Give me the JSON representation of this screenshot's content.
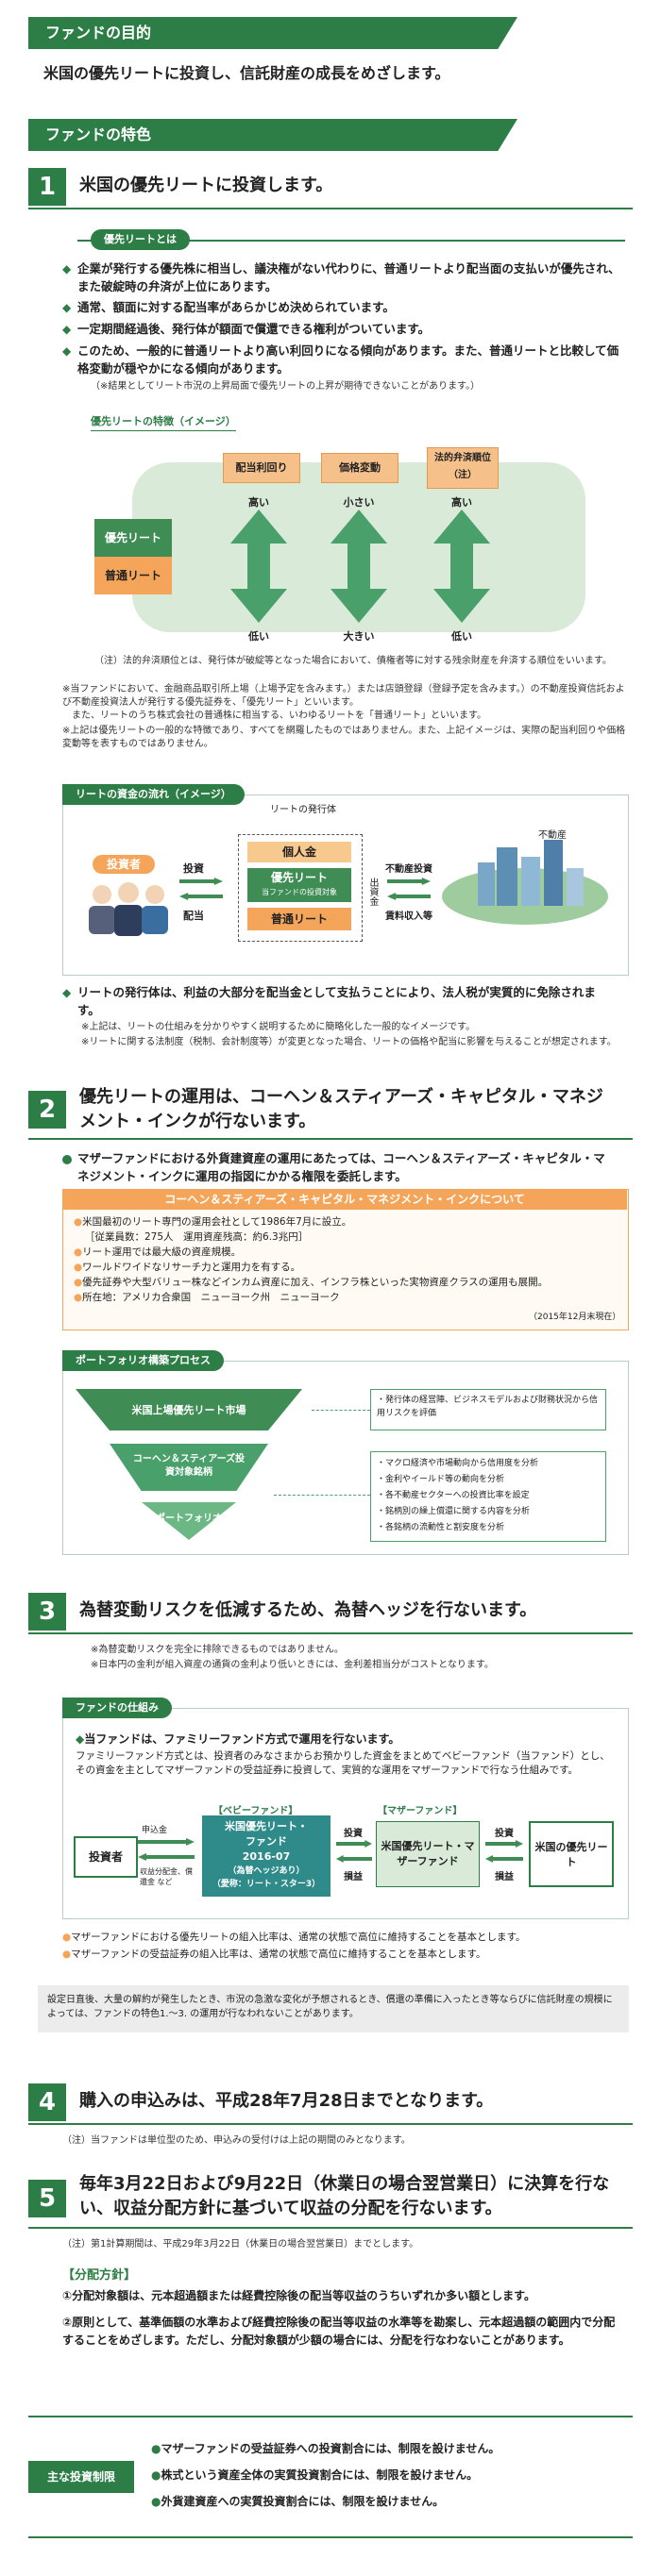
{
  "purpose": {
    "heading": "ファンドの目的",
    "text": "米国の優先リートに投資し、信託財産の成長をめざします。"
  },
  "features": {
    "heading": "ファンドの特色",
    "s1": {
      "num": "1",
      "title": "米国の優先リートに投資します。",
      "what_label": "優先リートとは",
      "bullets": [
        "企業が発行する優先株に相当し、議決権がない代わりに、普通リートより配当面の支払いが優先され、また破綻時の弁済が上位にあります。",
        "通常、額面に対する配当率があらかじめ決められています。",
        "一定期間経過後、発行体が額面で償還できる権利がついています。",
        "このため、一般的に普通リートより高い利回りになる傾向があります。また、普通リートと比較して価格変動が穏やかになる傾向があります。"
      ],
      "bullet_note": "（※結果としてリート市況の上昇局面で優先リートの上昇が期待できないことがあります。）",
      "chart_label": "優先リートの特徴（イメージ）",
      "columns": [
        {
          "label": "配当利回り",
          "top": "高い",
          "bottom": "低い"
        },
        {
          "label": "価格変動",
          "top": "小さい",
          "bottom": "大きい"
        },
        {
          "label": "法的弁済順位（注）",
          "top": "高い",
          "bottom": "低い"
        }
      ],
      "row_preferred": "優先リート",
      "row_common": "普通リート",
      "chart_note": "（注）法的弁済順位とは、発行体が破綻等となった場合において、債権者等に対する残余財産を弁済する順位をいいます。",
      "footnotes": [
        "※当ファンドにおいて、金融商品取引所上場（上場予定を含みます。）または店頭登録（登録予定を含みます。）の不動産投資信託および不動産投資法人が発行する優先証券を、「優先リート」といいます。",
        "　また、リートのうち株式会社の普通株に相当する、いわゆるリートを「普通リート」といいます。",
        "※上記は優先リートの一般的な特徴であり、すべてを網羅したものではありません。また、上記イメージは、実際の配当利回りや価格変動等を表すものではありません。"
      ],
      "flow_label": "リートの資金の流れ（イメージ）",
      "flow": {
        "investor": "投資者",
        "invest": "投資",
        "dividend": "配当",
        "issuer": "リートの発行体",
        "individual": "個人金",
        "preferred": "優先リート",
        "preferred_sub": "当ファンドの投資対象",
        "common": "普通リート",
        "capital": "出資金",
        "realestate_invest": "不動産投資",
        "rent": "賃料収入等",
        "realestate": "不動産"
      },
      "flow_bullet": "リートの発行体は、利益の大部分を配当金として支払うことにより、法人税が実質的に免除されます。",
      "flow_notes": [
        "※上記は、リートの仕組みを分かりやすく説明するために簡略化した一般的なイメージです。",
        "※リートに関する法制度（税制、会計制度等）が変更となった場合、リートの価格や配当に影響を与えることが想定されます。"
      ]
    },
    "s2": {
      "num": "2",
      "title": "優先リートの運用は、コーヘン＆スティアーズ・キャピタル・マネジメント・インクが行ないます。",
      "lead": "マザーファンドにおける外貨建資産の運用にあたっては、コーヘン＆スティアーズ・キャピタル・マネジメント・インクに運用の指図にかかる権限を委託します。",
      "box_title": "コーヘン＆スティアーズ・キャピタル・マネジメント・インクについて",
      "box_items": [
        "米国最初のリート専門の運用会社として1986年7月に設立。",
        "［従業員数：275人　運用資産残高：約6.3兆円］",
        "リート運用では最大級の資産規模。",
        "ワールドワイドなリサーチ力と運用力を有する。",
        "優先証券や大型バリュー株などインカム資産に加え、インフラ株といった実物資産クラスの運用も展開。",
        "所在地：アメリカ合衆国　ニューヨーク州　ニューヨーク"
      ],
      "box_date": "（2015年12月末現在）",
      "process_label": "ポートフォリオ構築プロセス",
      "funnel": [
        "米国上場優先リート市場",
        "コーヘン＆スティアーズ投資対象銘柄",
        "ポートフォリオ"
      ],
      "side1": "・発行体の経営陣、ビジネスモデルおよび財務状況から信用リスクを評価",
      "side2": [
        "・マクロ経済や市場動向から信用度を分析",
        "・金利やイールド等の動向を分析",
        "・各不動産セクターへの投資比率を設定",
        "・銘柄別の繰上償還に関する内容を分析",
        "・各銘柄の流動性と割安度を分析"
      ]
    },
    "s3": {
      "num": "3",
      "title": "為替変動リスクを低減するため、為替ヘッジを行ないます。",
      "notes": [
        "※為替変動リスクを完全に排除できるものではありません。",
        "※日本円の金利が組入資産の通貨の金利より低いときには、金利差相当分がコストとなります。"
      ],
      "scheme_label": "ファンドの仕組み",
      "scheme_lead": "当ファンドは、ファミリーファンド方式で運用を行ないます。",
      "scheme_text": "ファミリーファンド方式とは、投資者のみなさまからお預かりした資金をまとめてベビーファンド（当ファンド）とし、その資金を主としてマザーファンドの受益証券に投資して、実質的な運用をマザーファンドで行なう仕組みです。",
      "baby_tag": "【ベビーファンド】",
      "mother_tag": "【マザーファンド】",
      "investor": "投資者",
      "application": "申込金",
      "distribution": "収益分配金、償還金 など",
      "baby": [
        "米国優先リート・",
        "ファンド",
        "2016-07",
        "（為替ヘッジあり）",
        "（愛称：リート・スター3）"
      ],
      "invest": "投資",
      "pnl": "損益",
      "mother": "米国優先リート・マザーファンド",
      "target": "米国の優先リート",
      "bullets": [
        "マザーファンドにおける優先リートの組入比率は、通常の状態で高位に維持することを基本とします。",
        "マザーファンドの受益証券の組入比率は、通常の状態で高位に維持することを基本とします。"
      ],
      "gray": "設定日直後、大量の解約が発生したとき、市況の急激な変化が予想されるとき、償還の準備に入ったとき等ならびに信託財産の規模によっては、ファンドの特色1.～3. の運用が行なわれないことがあります。"
    },
    "s4": {
      "num": "4",
      "title": "購入の申込みは、平成28年7月28日までとなります。",
      "note": "（注）当ファンドは単位型のため、申込みの受付けは上記の期間のみとなります。"
    },
    "s5": {
      "num": "5",
      "title": "毎年3月22日および9月22日（休業日の場合翌営業日）に決算を行ない、収益分配方針に基づいて収益の分配を行ないます。",
      "note": "（注）第1計算期間は、平成29年3月22日（休業日の場合翌営業日）までとします。",
      "policy_title": "【分配方針】",
      "policy": [
        "①分配対象額は、元本超過額または経費控除後の配当等収益のうちいずれか多い額とします。",
        "②原則として、基準価額の水準および経費控除後の配当等収益の水準等を勘案し、元本超過額の範囲内で分配することをめざします。ただし、分配対象額が少額の場合には、分配を行なわないことがあります。"
      ]
    },
    "limits": {
      "label": "主な投資制限",
      "items": [
        "マザーファンドの受益証券への投資割合には、制限を設けません。",
        "株式という資産全体の実質投資割合には、制限を設けません。",
        "外貨建資産への実質投資割合には、制限を設けません。"
      ]
    }
  },
  "colors": {
    "green": "#2d7d46",
    "orange": "#f5a55a",
    "light_green": "#d9ead9"
  }
}
